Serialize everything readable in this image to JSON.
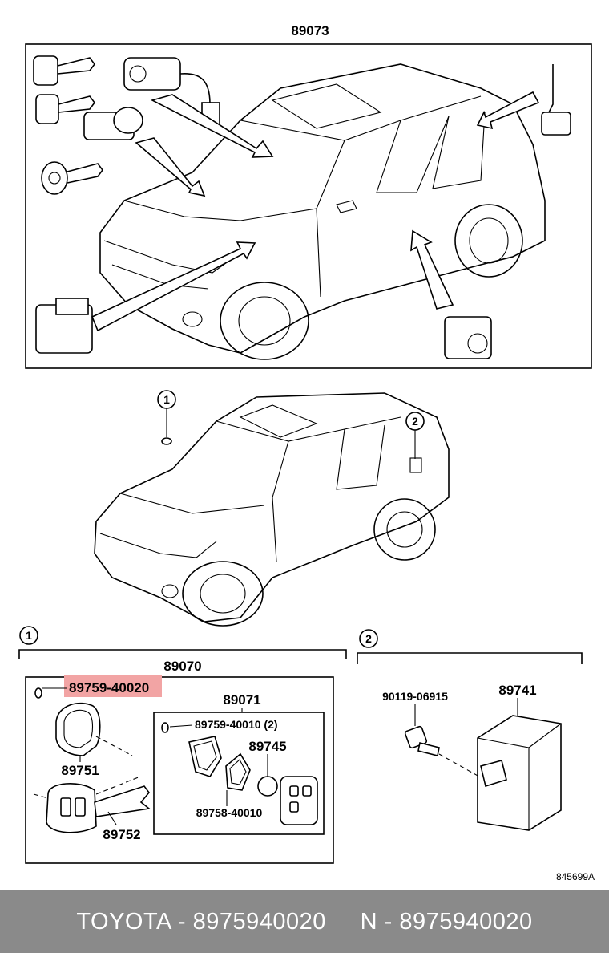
{
  "diagram": {
    "top_part_number": "89073",
    "callouts": [
      "1",
      "2"
    ],
    "section1_part_number": "89070",
    "highlighted_part": "89759-40020",
    "part_labels": {
      "p89751": "89751",
      "p89752": "89752",
      "p89071": "89071",
      "p89759_40010": "89759-40010 (2)",
      "p89745": "89745",
      "p89758_40010": "89758-40010",
      "p90119_06915": "90119-06915",
      "p89741": "89741"
    },
    "drawing_ref": "845699A",
    "highlight_color": "#f2a4a4"
  },
  "footer": {
    "text": "TOYOTA - 8975940020     N - 8975940020"
  }
}
